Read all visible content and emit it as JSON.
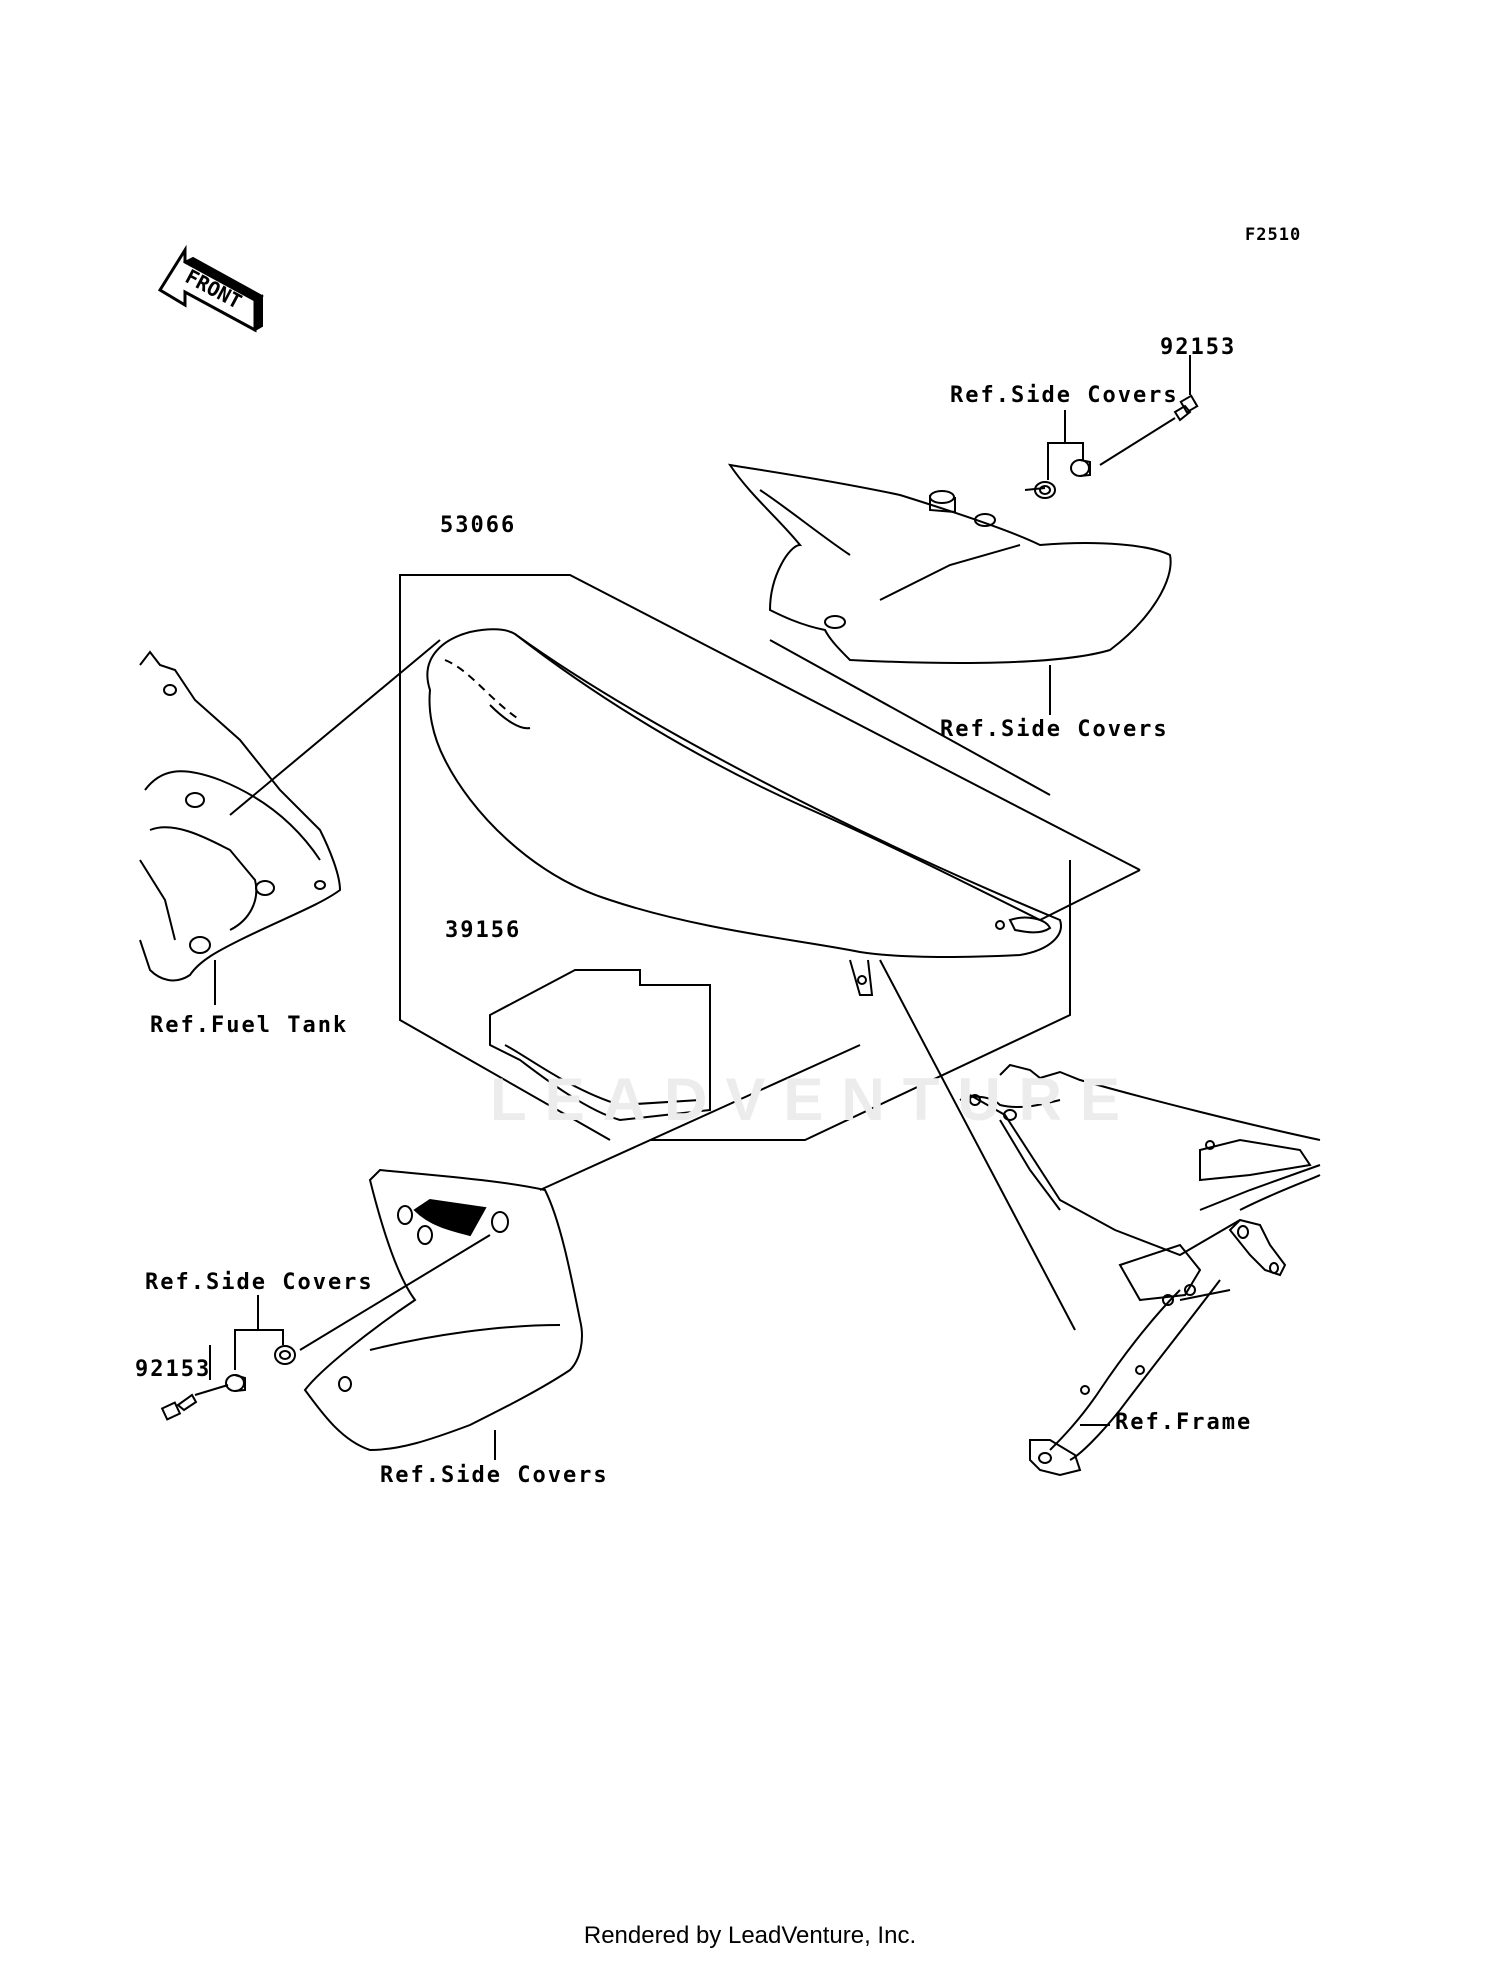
{
  "diagram_code": "F2510",
  "front_arrow_text": "FRONT",
  "watermark": "LEADVENTURE",
  "footer": "Rendered by LeadVenture, Inc.",
  "labels": {
    "seat_part": "53066",
    "pad_part": "39156",
    "bolt_top": "92153",
    "bolt_left": "92153",
    "side_covers_top": "Ref.Side Covers",
    "side_covers_top_lower": "Ref.Side Covers",
    "side_covers_left": "Ref.Side Covers",
    "side_covers_bottom": "Ref.Side Covers",
    "fuel_tank": "Ref.Fuel Tank",
    "frame": "Ref.Frame"
  }
}
